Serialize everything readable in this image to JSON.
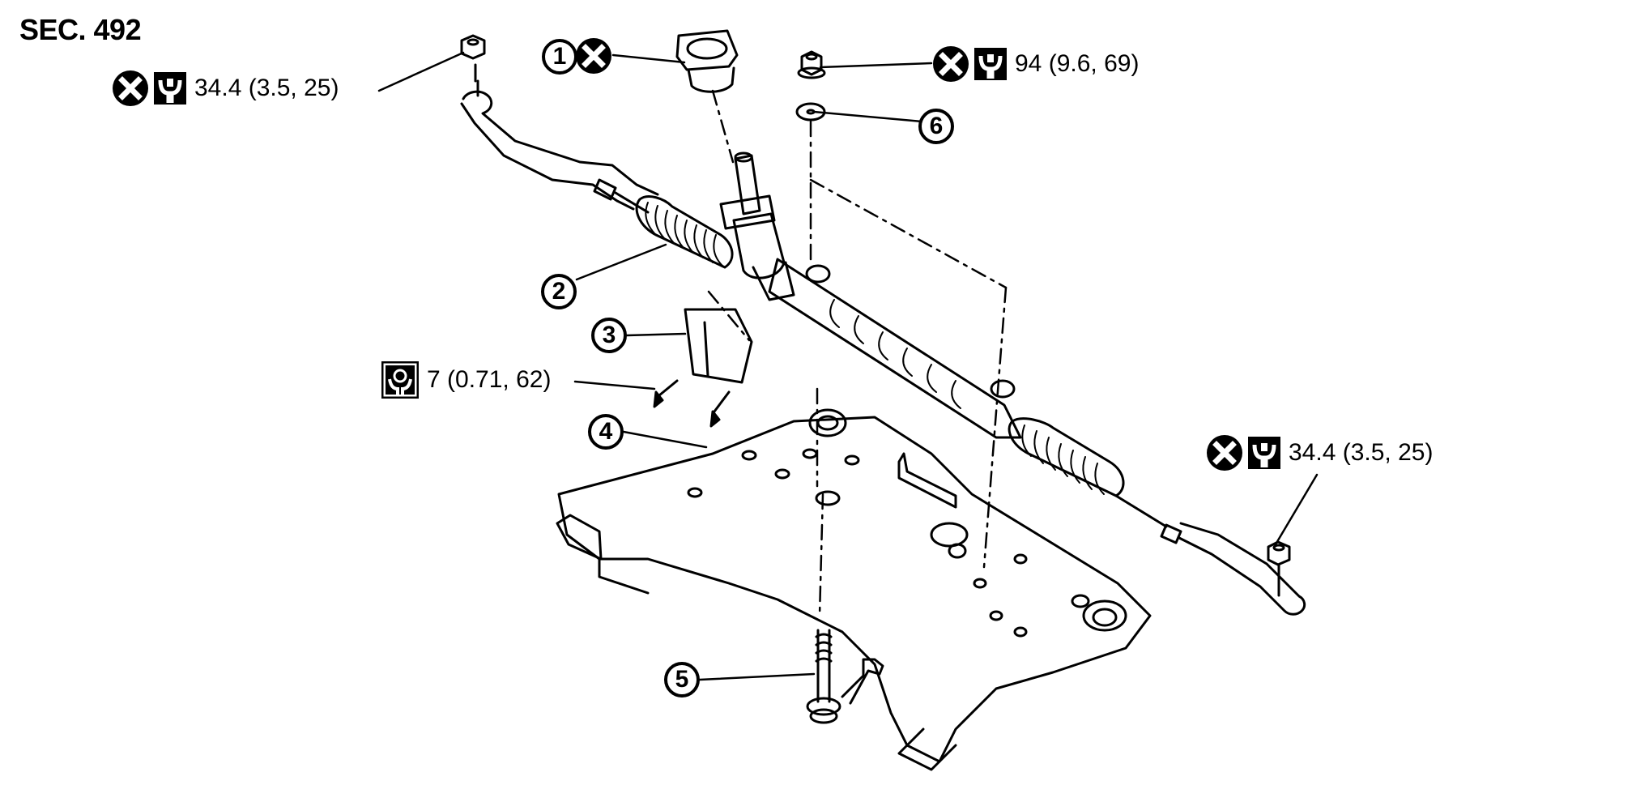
{
  "title": "SEC. 492",
  "callouts": [
    {
      "num": "1"
    },
    {
      "num": "2"
    },
    {
      "num": "3"
    },
    {
      "num": "4"
    },
    {
      "num": "5"
    },
    {
      "num": "6"
    }
  ],
  "torque_labels": {
    "tie_rod_left": {
      "value": "34.4 (3.5, 25)",
      "icons": [
        "never-reuse-icon",
        "torque-wrench-icon"
      ]
    },
    "mount_nut": {
      "value": "94 (9.6, 69)",
      "icons": [
        "never-reuse-icon",
        "torque-wrench-icon"
      ]
    },
    "bracket_bolt": {
      "value": "7 (0.71, 62)",
      "icons": [
        "torque-socket-icon"
      ]
    },
    "tie_rod_right": {
      "value": "34.4 (3.5, 25)",
      "icons": [
        "never-reuse-icon",
        "torque-wrench-icon"
      ]
    }
  },
  "colors": {
    "ink": "#000000",
    "paper": "#ffffff"
  }
}
